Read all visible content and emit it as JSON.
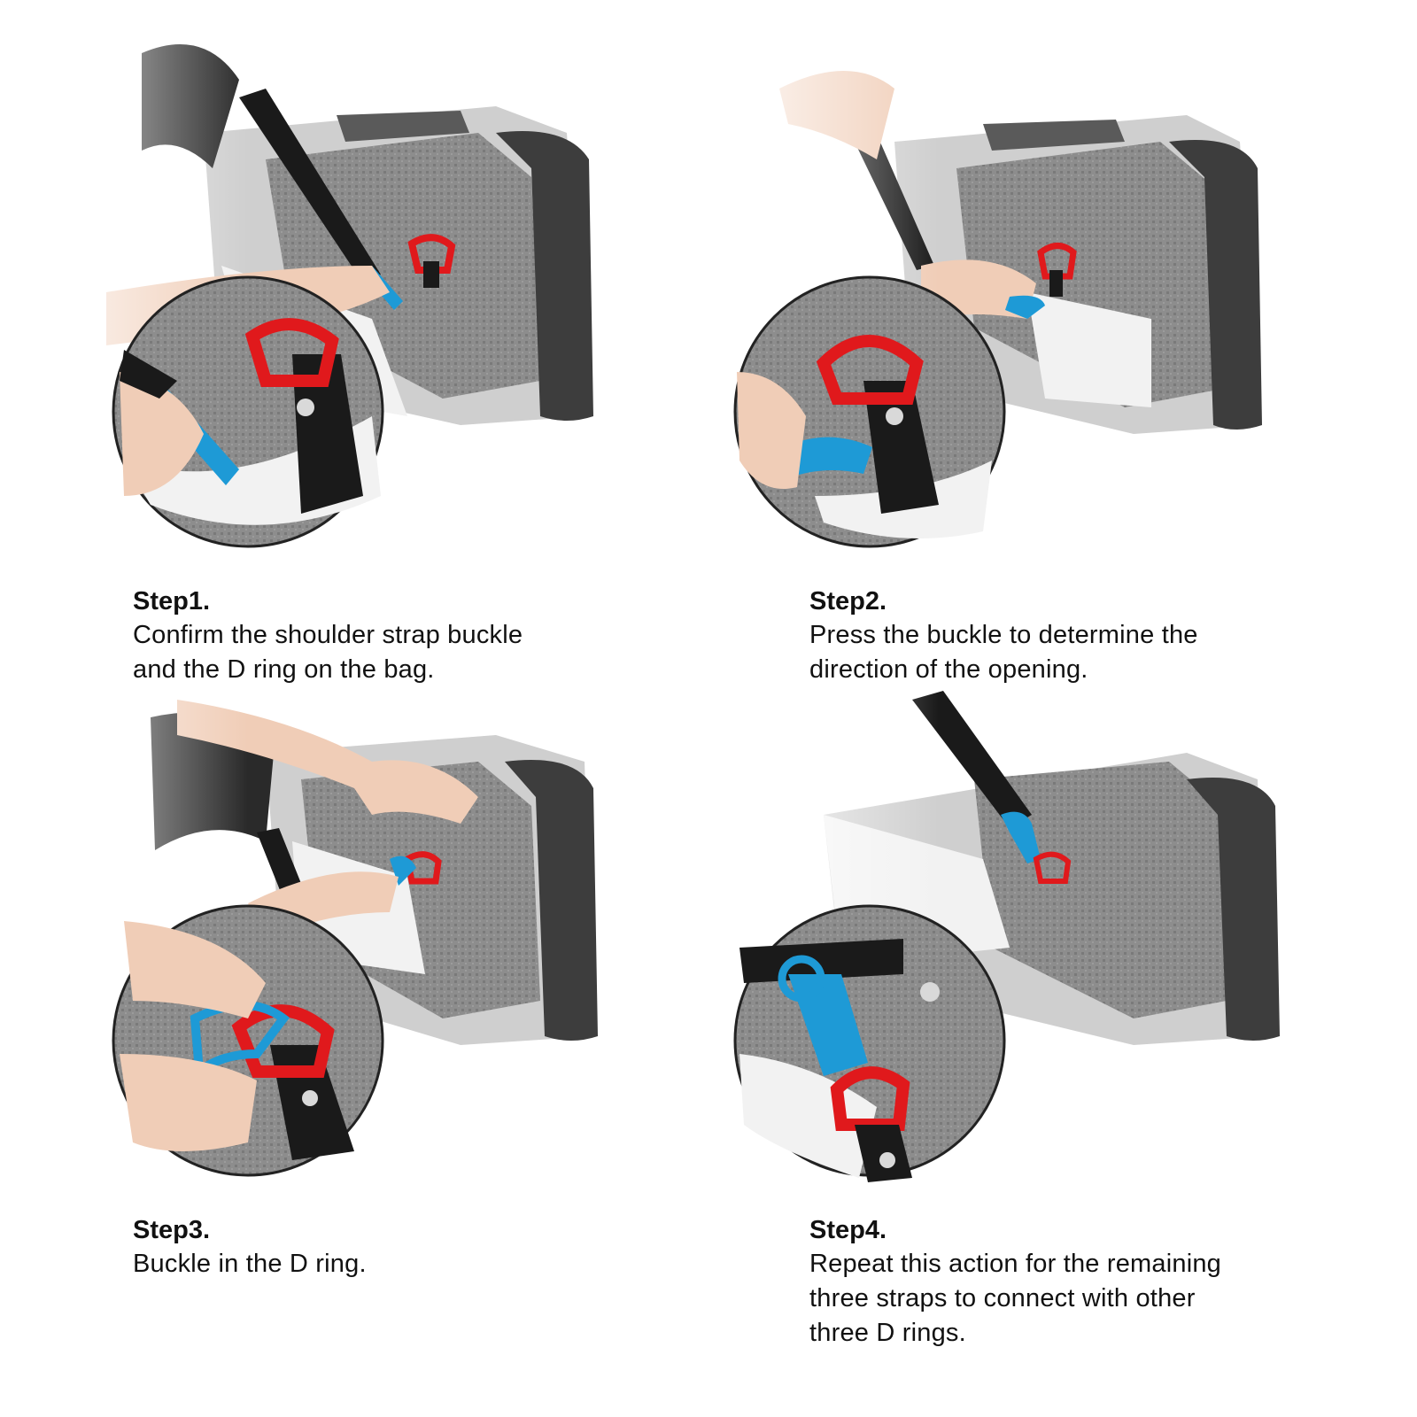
{
  "colors": {
    "bag_dark": "#3b3b3b",
    "bag_grey": "#8a8a8a",
    "bag_light": "#e8e8e8",
    "d_ring": "#e0191c",
    "buckle": "#1e9ad6",
    "strap": "#1a1a1a",
    "skin": "#f0cdb7"
  },
  "steps": [
    {
      "title": "Step1.",
      "lines": [
        "Confirm the shoulder strap buckle",
        "and the D ring on the bag."
      ]
    },
    {
      "title": "Step2.",
      "lines": [
        "Press the buckle to determine the",
        "direction of the opening."
      ]
    },
    {
      "title": "Step3.",
      "lines": [
        "Buckle in the D ring."
      ]
    },
    {
      "title": "Step4.",
      "lines": [
        "Repeat this action for the remaining",
        "three straps to connect with other",
        "three D rings."
      ]
    }
  ]
}
